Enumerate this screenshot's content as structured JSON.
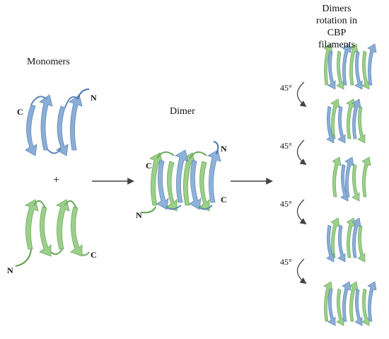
{
  "labels": {
    "monomers": "Monomers",
    "dimer": "Dimer",
    "rotation_line1": "Dimers rotation in",
    "rotation_line2": "CBP filaments",
    "plus": "+",
    "n": "N",
    "c": "C",
    "angle": "45°"
  },
  "colors": {
    "blue": "#8aaed6",
    "blue_dark": "#5e86b8",
    "green": "#9ccf8a",
    "green_dark": "#6aa85c",
    "arrow": "#444444"
  }
}
